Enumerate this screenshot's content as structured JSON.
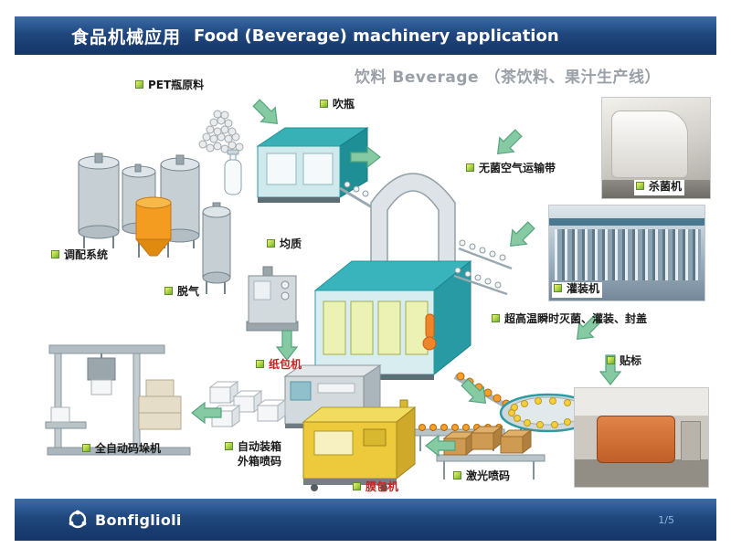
{
  "header": {
    "title_zh": "食品机械应用",
    "title_en": "Food (Beverage) machinery application"
  },
  "diagram": {
    "subtitle": "饮料 Beverage （茶饮料、果汁生产线）",
    "labels": {
      "pet": "PET瓶原料",
      "blow": "吹瓶",
      "sterile_air": "无菌空气运输带",
      "blending": "调配系统",
      "homogenize": "均质",
      "degas": "脱气",
      "sterilizer": "杀菌机",
      "filler": "灌装机",
      "uht": "超高温瞬时灭菌、灌装、封盖",
      "labeling": "贴标",
      "paper_pack": "纸包机",
      "boxing": "自动装箱\n外箱喷码",
      "film_wrap": "膜包机",
      "laser_code": "激光喷码",
      "palletizer": "全自动码垛机"
    }
  },
  "footer": {
    "brand": "Bonfiglioli",
    "page": "1/5"
  },
  "colors": {
    "header_blue": "#20477e",
    "arrow_green": "#85caa2",
    "accent_red": "#cc1f1f",
    "machine_teal": "#37b0b6",
    "window_yellow": "#ecf2b4",
    "subtitle_gray": "#9aa0a8"
  }
}
